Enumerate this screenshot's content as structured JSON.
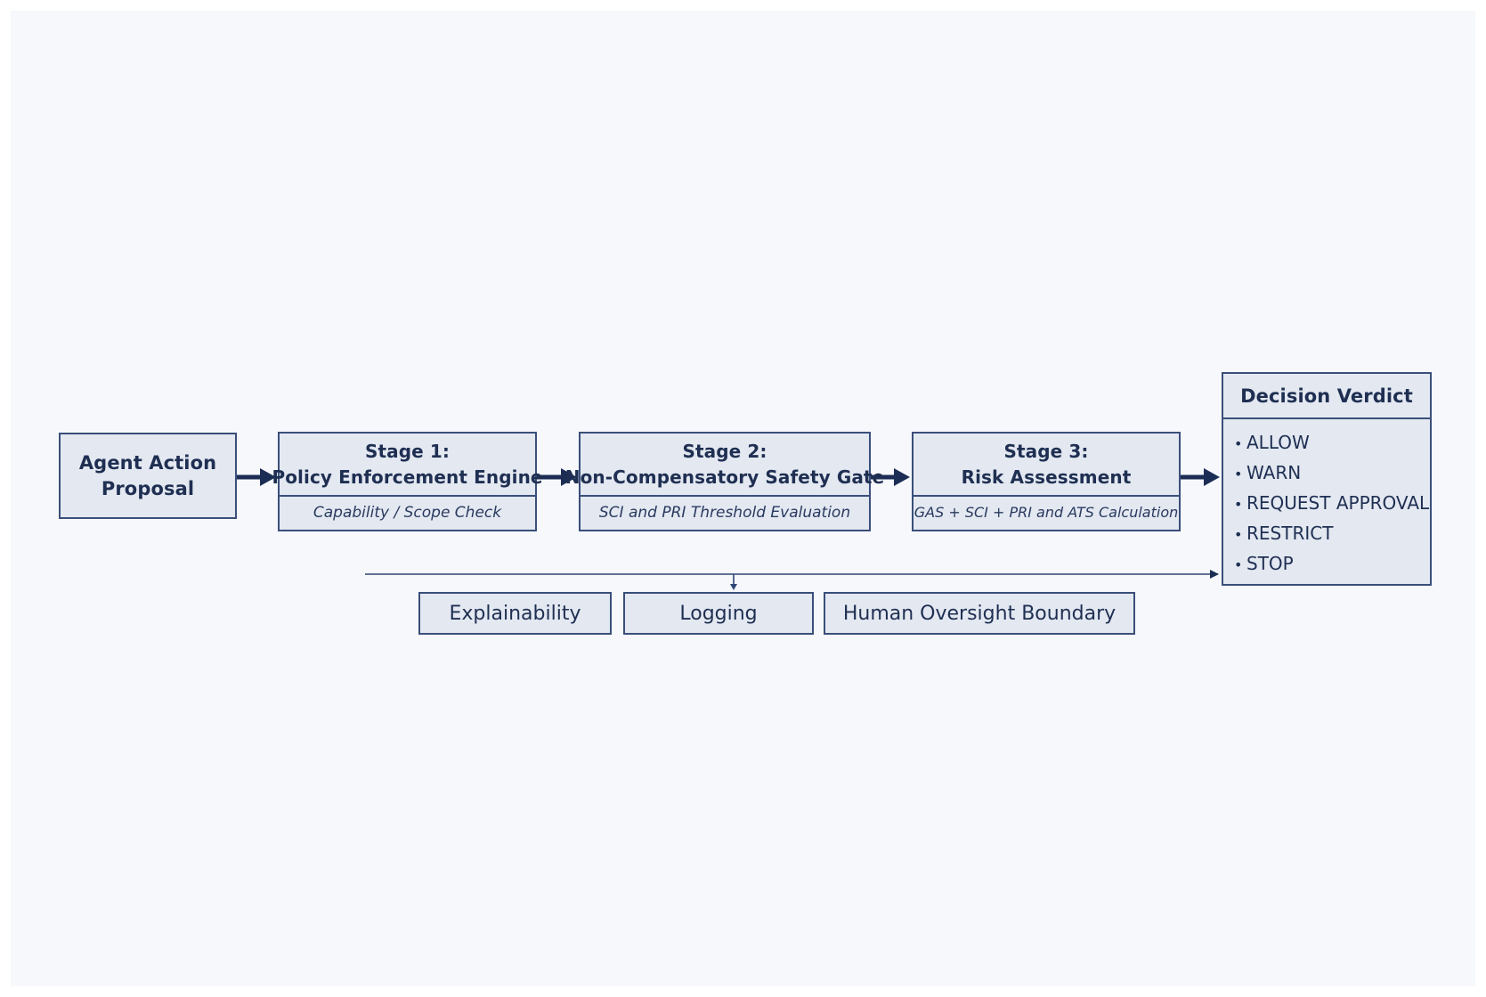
{
  "agent": {
    "line1": "Agent Action",
    "line2": "Proposal"
  },
  "stages": [
    {
      "label": "Stage 1:",
      "name": "Policy Enforcement Engine",
      "detail": "Capability / Scope Check"
    },
    {
      "label": "Stage 2:",
      "name": "Non-Compensatory Safety Gate",
      "detail": "SCI and PRI Threshold Evaluation"
    },
    {
      "label": "Stage 3:",
      "name": "Risk Assessment",
      "detail": "GAS + SCI + PRI and ATS Calculation"
    }
  ],
  "verdict": {
    "title": "Decision Verdict",
    "bullet": "•",
    "options": [
      "ALLOW",
      "WARN",
      "REQUEST APPROVAL",
      "RESTRICT",
      "STOP"
    ]
  },
  "support": [
    "Explainability",
    "Logging",
    "Human Oversight Boundary"
  ],
  "colors": {
    "background": "#f6f8fb",
    "box_fill": "#e3e8f1",
    "border": "#3a4f7a",
    "text": "#1f2f52",
    "arrow": "#1c2d55"
  }
}
